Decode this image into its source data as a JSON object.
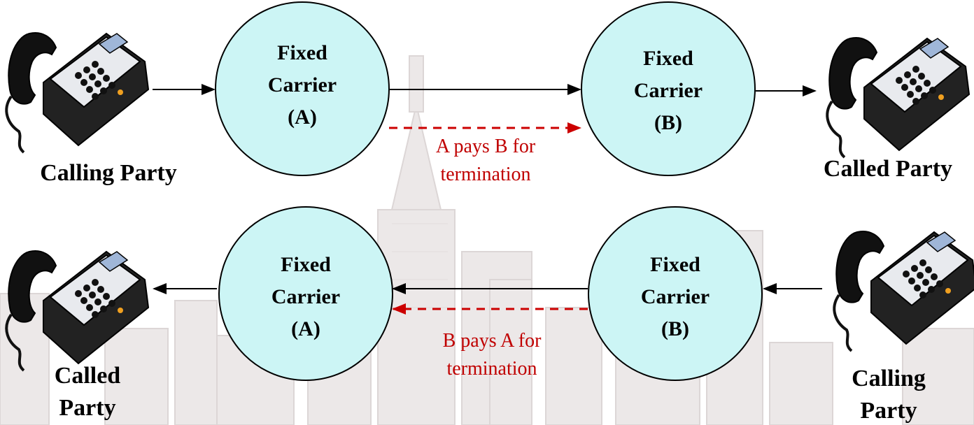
{
  "colors": {
    "circle_fill": "#ccf5f5",
    "circle_stroke": "#000000",
    "arrow": "#000000",
    "payment_arrow": "#cc0000",
    "payment_text": "#c00000",
    "background_skyline": "#d9d4d4"
  },
  "icons": {
    "phone": "desk-telephone-icon"
  },
  "top_flow": {
    "caller_label": "Calling Party",
    "carrier_a": {
      "line1": "Fixed",
      "line2": "Carrier",
      "line3": "(A)"
    },
    "carrier_b": {
      "line1": "Fixed",
      "line2": "Carrier",
      "line3": "(B)"
    },
    "payment": {
      "line1": "A pays B for",
      "line2": "termination"
    },
    "callee_label": "Called Party"
  },
  "bottom_flow": {
    "callee_label_line1": "Called",
    "callee_label_line2": "Party",
    "carrier_a": {
      "line1": "Fixed",
      "line2": "Carrier",
      "line3": "(A)"
    },
    "carrier_b": {
      "line1": "Fixed",
      "line2": "Carrier",
      "line3": "(B)"
    },
    "payment": {
      "line1": "B pays A for",
      "line2": "termination"
    },
    "caller_label_line1": "Calling",
    "caller_label_line2": "Party"
  }
}
